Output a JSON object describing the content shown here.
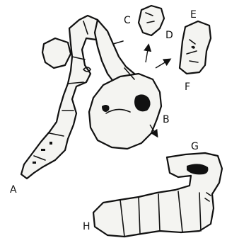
{
  "labels": {
    "a": "A",
    "b": "B",
    "c": "C",
    "d": "D",
    "e": "E",
    "f": "F",
    "g": "G",
    "h": "H"
  },
  "colors": {
    "ink": "#111111",
    "fill": "#f4f4f1",
    "background": "#ffffff"
  }
}
